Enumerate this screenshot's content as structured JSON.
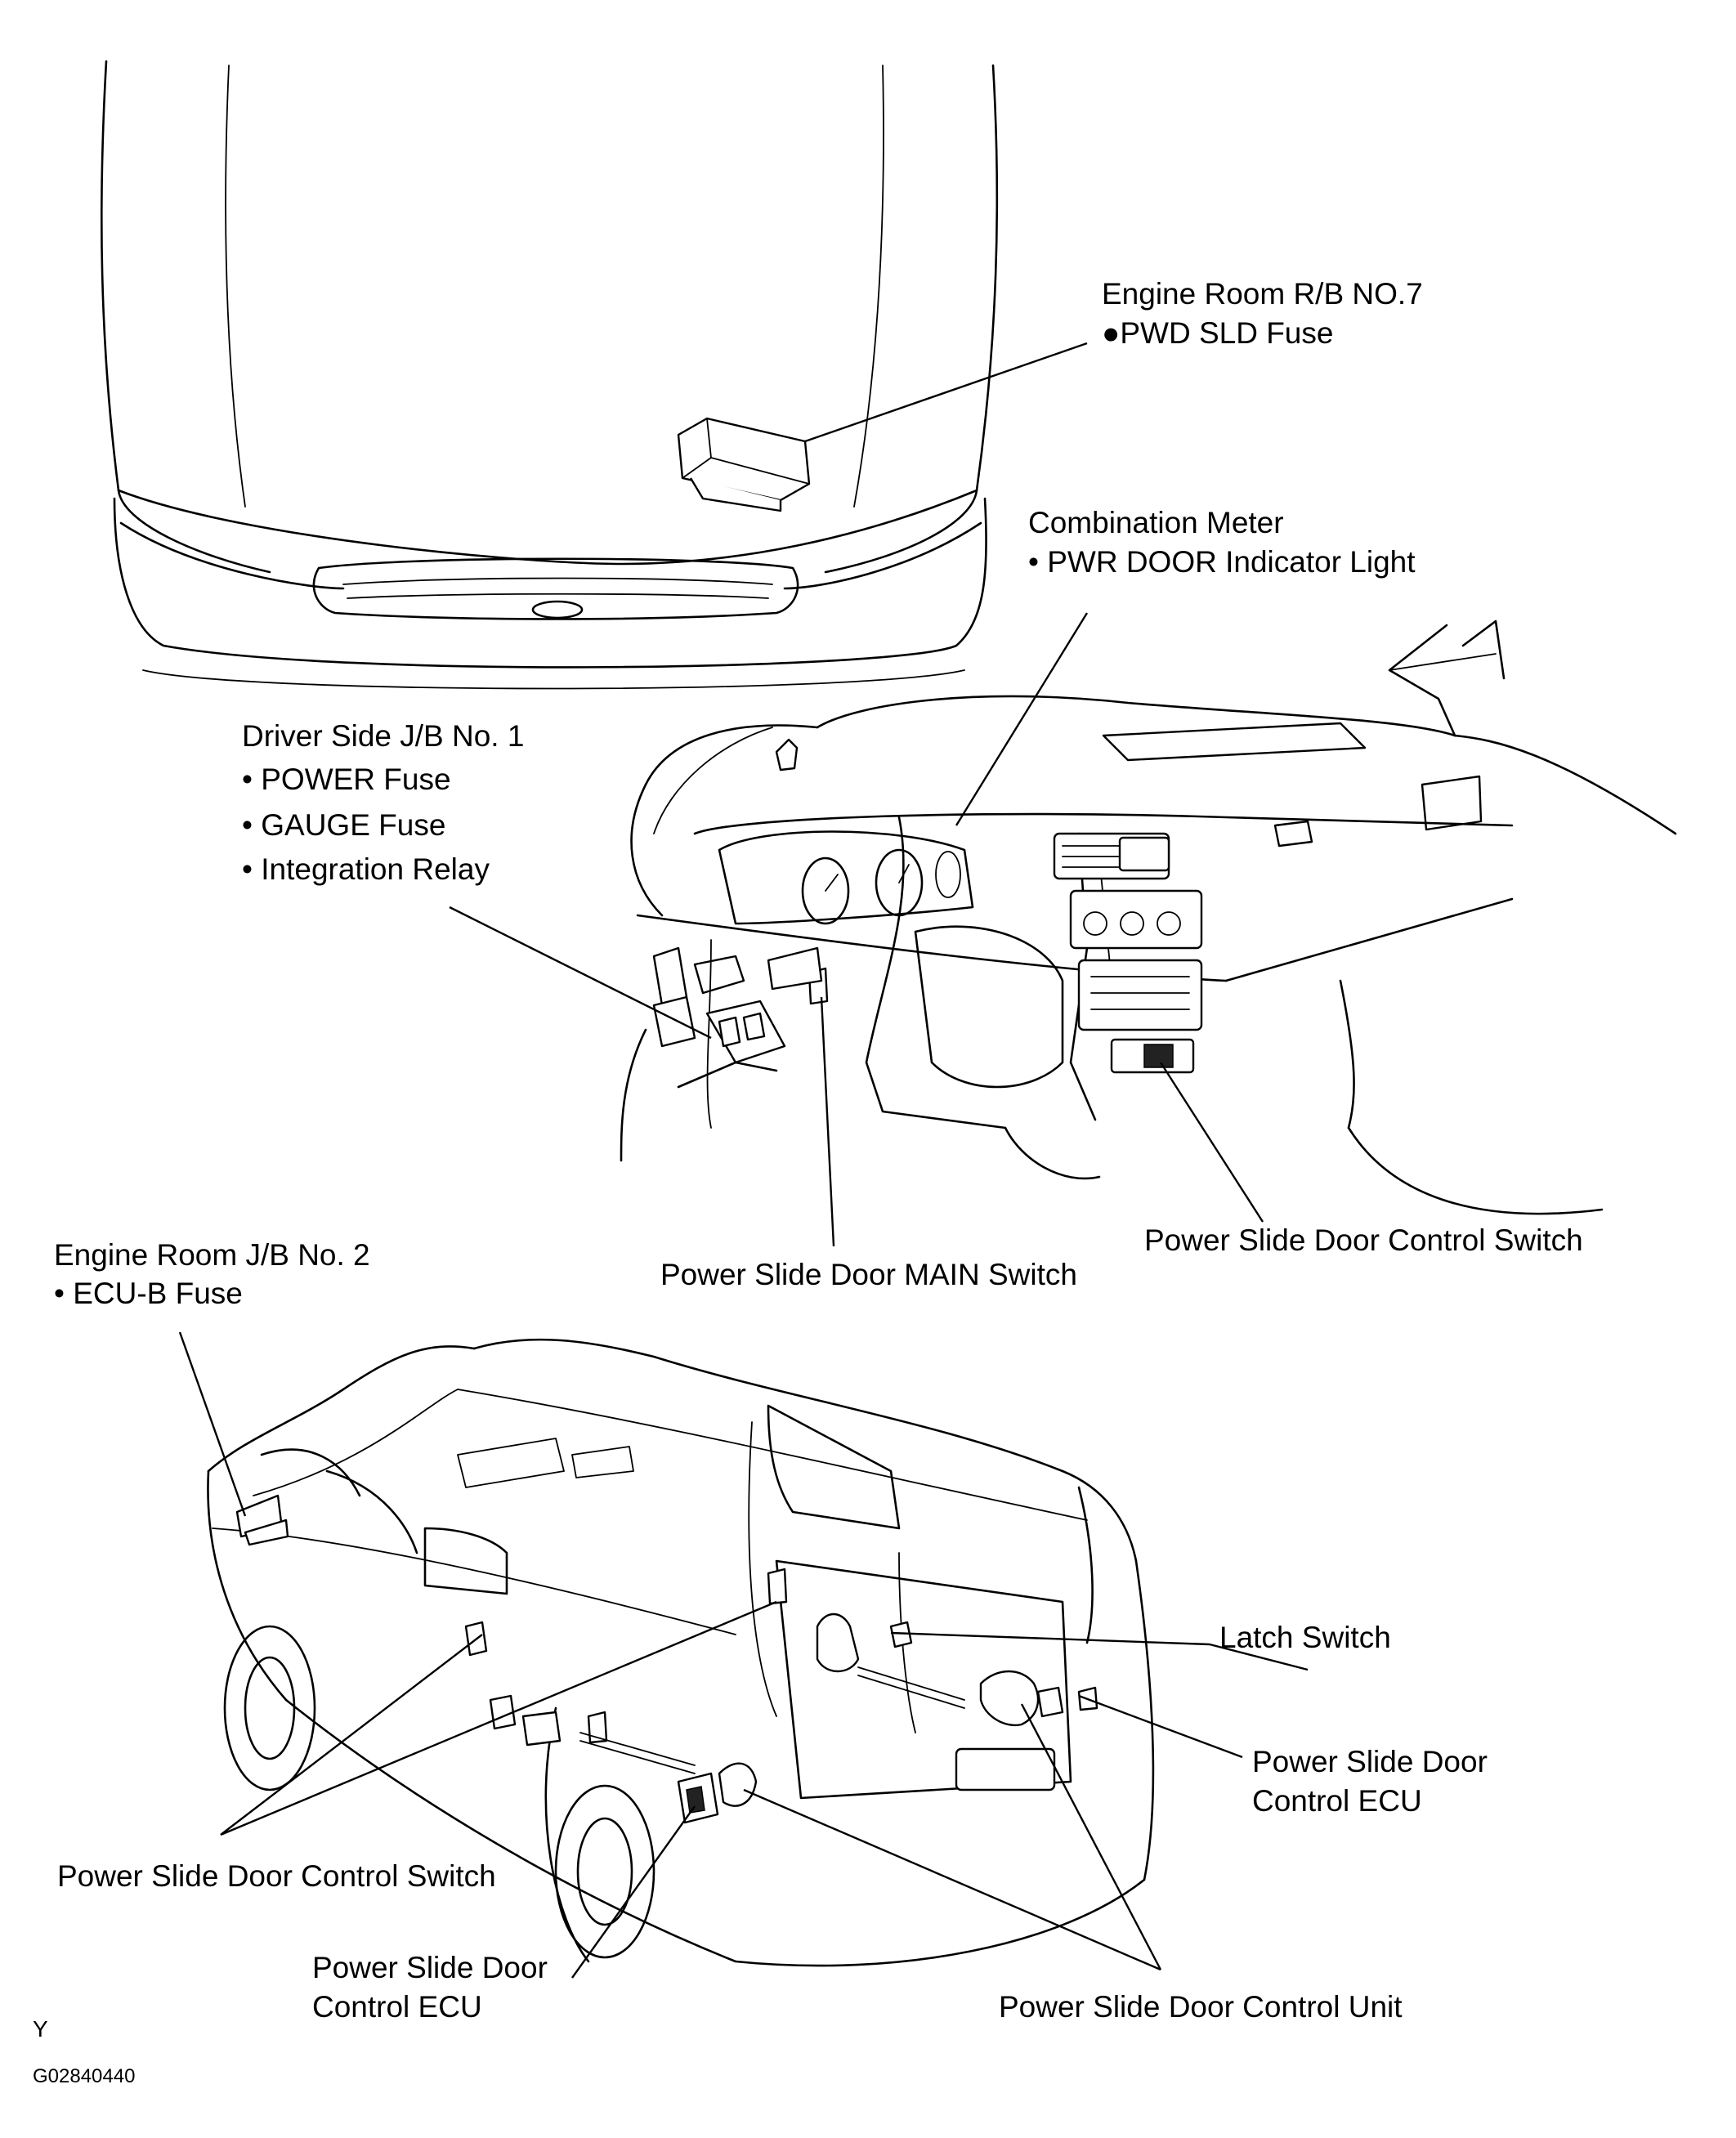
{
  "labels": {
    "engine_room_rb7": "Engine Room R/B NO.7",
    "pwd_sld_fuse": "●PWD SLD Fuse",
    "combination_meter": "Combination Meter",
    "pwr_door_indicator": "• PWR DOOR Indicator Light",
    "driver_jb1": "Driver Side J/B No. 1",
    "power_fuse": "• POWER Fuse",
    "gauge_fuse": "• GAUGE Fuse",
    "integration_relay": "• Integration Relay",
    "control_switch_dash": "Power Slide Door Control Switch",
    "main_switch": "Power Slide Door MAIN Switch",
    "engine_room_jb2": "Engine Room J/B No. 2",
    "ecub_fuse": "• ECU-B Fuse",
    "latch_switch": "Latch Switch",
    "ecu_right_line1": "Power Slide Door",
    "ecu_right_line2": "Control ECU",
    "control_switch_van": "Power Slide Door Control Switch",
    "ecu_bottom_line1": "Power Slide Door",
    "ecu_bottom_line2": "Control ECU",
    "control_unit": "Power Slide Door Control Unit",
    "corner_letter": "Y",
    "figure_code": "G02840440"
  }
}
